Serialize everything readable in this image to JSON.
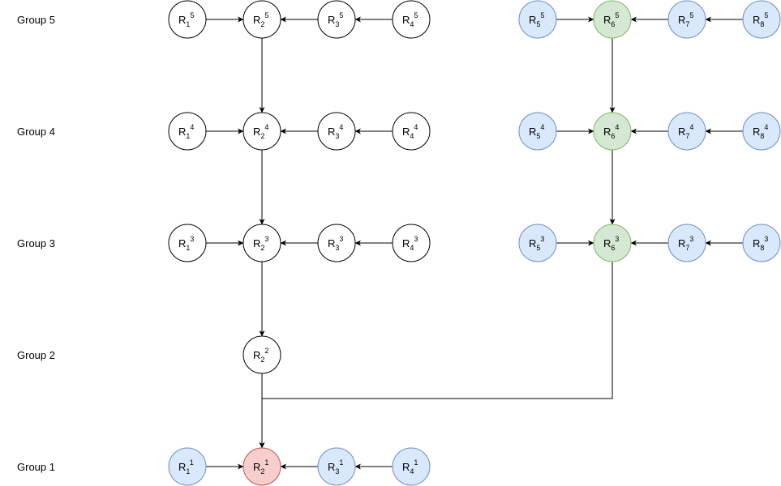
{
  "groups": [
    {
      "id": "g5",
      "label": "Group 5"
    },
    {
      "id": "g4",
      "label": "Group 4"
    },
    {
      "id": "g3",
      "label": "Group 3"
    },
    {
      "id": "g2",
      "label": "Group 2"
    },
    {
      "id": "g1",
      "label": "Group 1"
    }
  ],
  "palette": {
    "white": {
      "fill": "#ffffff",
      "stroke": "#000000"
    },
    "blue": {
      "fill": "#dae8fc",
      "stroke": "#6c8ebf"
    },
    "green": {
      "fill": "#d5e8d4",
      "stroke": "#82b366"
    },
    "red": {
      "fill": "#f8cecc",
      "stroke": "#b85450"
    }
  },
  "nodes": [
    {
      "id": "R1_5",
      "base": "R",
      "sub": "1",
      "sup": "5",
      "color": "white"
    },
    {
      "id": "R2_5",
      "base": "R",
      "sub": "2",
      "sup": "5",
      "color": "white"
    },
    {
      "id": "R3_5",
      "base": "R",
      "sub": "3",
      "sup": "5",
      "color": "white"
    },
    {
      "id": "R4_5",
      "base": "R",
      "sub": "4",
      "sup": "5",
      "color": "white"
    },
    {
      "id": "R5_5",
      "base": "R",
      "sub": "5",
      "sup": "5",
      "color": "blue"
    },
    {
      "id": "R6_5",
      "base": "R",
      "sub": "6",
      "sup": "5",
      "color": "green"
    },
    {
      "id": "R7_5",
      "base": "R",
      "sub": "7",
      "sup": "5",
      "color": "blue"
    },
    {
      "id": "R8_5",
      "base": "R",
      "sub": "8",
      "sup": "5",
      "color": "blue"
    },
    {
      "id": "R1_4",
      "base": "R",
      "sub": "1",
      "sup": "4",
      "color": "white"
    },
    {
      "id": "R2_4",
      "base": "R",
      "sub": "2",
      "sup": "4",
      "color": "white"
    },
    {
      "id": "R3_4",
      "base": "R",
      "sub": "3",
      "sup": "4",
      "color": "white"
    },
    {
      "id": "R4_4",
      "base": "R",
      "sub": "4",
      "sup": "4",
      "color": "white"
    },
    {
      "id": "R5_4",
      "base": "R",
      "sub": "5",
      "sup": "4",
      "color": "blue"
    },
    {
      "id": "R6_4",
      "base": "R",
      "sub": "6",
      "sup": "4",
      "color": "green"
    },
    {
      "id": "R7_4",
      "base": "R",
      "sub": "7",
      "sup": "4",
      "color": "blue"
    },
    {
      "id": "R8_4",
      "base": "R",
      "sub": "8",
      "sup": "4",
      "color": "blue"
    },
    {
      "id": "R1_3",
      "base": "R",
      "sub": "1",
      "sup": "3",
      "color": "white"
    },
    {
      "id": "R2_3",
      "base": "R",
      "sub": "2",
      "sup": "3",
      "color": "white"
    },
    {
      "id": "R3_3",
      "base": "R",
      "sub": "3",
      "sup": "3",
      "color": "white"
    },
    {
      "id": "R4_3",
      "base": "R",
      "sub": "4",
      "sup": "3",
      "color": "white"
    },
    {
      "id": "R5_3",
      "base": "R",
      "sub": "5",
      "sup": "3",
      "color": "blue"
    },
    {
      "id": "R6_3",
      "base": "R",
      "sub": "6",
      "sup": "3",
      "color": "green"
    },
    {
      "id": "R7_3",
      "base": "R",
      "sub": "7",
      "sup": "3",
      "color": "blue"
    },
    {
      "id": "R8_3",
      "base": "R",
      "sub": "8",
      "sup": "3",
      "color": "blue"
    },
    {
      "id": "R2_2",
      "base": "R",
      "sub": "2",
      "sup": "2",
      "color": "white"
    },
    {
      "id": "R1_1",
      "base": "R",
      "sub": "1",
      "sup": "1",
      "color": "blue"
    },
    {
      "id": "R2_1",
      "base": "R",
      "sub": "2",
      "sup": "1",
      "color": "red"
    },
    {
      "id": "R3_1",
      "base": "R",
      "sub": "3",
      "sup": "1",
      "color": "blue"
    },
    {
      "id": "R4_1",
      "base": "R",
      "sub": "4",
      "sup": "1",
      "color": "blue"
    }
  ],
  "edges": [
    {
      "from": "R1_5",
      "to": "R2_5"
    },
    {
      "from": "R3_5",
      "to": "R2_5"
    },
    {
      "from": "R4_5",
      "to": "R3_5"
    },
    {
      "from": "R5_5",
      "to": "R6_5"
    },
    {
      "from": "R7_5",
      "to": "R6_5"
    },
    {
      "from": "R8_5",
      "to": "R7_5"
    },
    {
      "from": "R2_5",
      "to": "R2_4"
    },
    {
      "from": "R6_5",
      "to": "R6_4"
    },
    {
      "from": "R1_4",
      "to": "R2_4"
    },
    {
      "from": "R3_4",
      "to": "R2_4"
    },
    {
      "from": "R4_4",
      "to": "R3_4"
    },
    {
      "from": "R5_4",
      "to": "R6_4"
    },
    {
      "from": "R7_4",
      "to": "R6_4"
    },
    {
      "from": "R8_4",
      "to": "R7_4"
    },
    {
      "from": "R2_4",
      "to": "R2_3"
    },
    {
      "from": "R6_4",
      "to": "R6_3"
    },
    {
      "from": "R1_3",
      "to": "R2_3"
    },
    {
      "from": "R3_3",
      "to": "R2_3"
    },
    {
      "from": "R4_3",
      "to": "R3_3"
    },
    {
      "from": "R5_3",
      "to": "R6_3"
    },
    {
      "from": "R7_3",
      "to": "R6_3"
    },
    {
      "from": "R8_3",
      "to": "R7_3"
    },
    {
      "from": "R2_3",
      "to": "R2_2"
    },
    {
      "from": "R2_2",
      "to": "R2_1"
    },
    {
      "from": "R6_3",
      "to": "R2_1",
      "route": "elbow"
    },
    {
      "from": "R1_1",
      "to": "R2_1"
    },
    {
      "from": "R3_1",
      "to": "R2_1"
    },
    {
      "from": "R4_1",
      "to": "R3_1"
    }
  ]
}
